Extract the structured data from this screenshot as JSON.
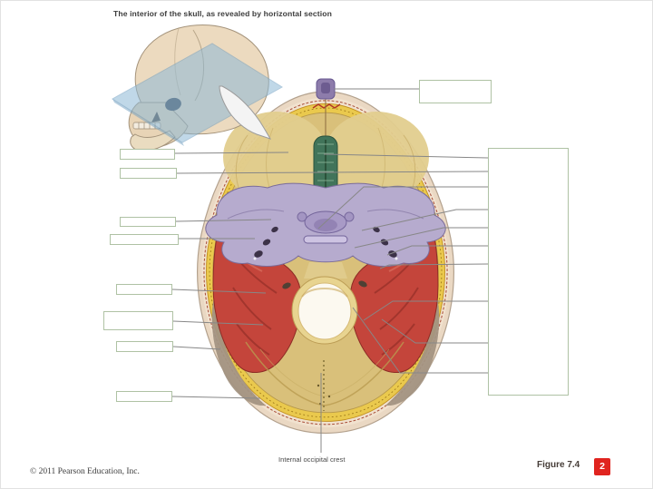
{
  "title": "The interior of the skull, as revealed by horizontal section",
  "annotations": {
    "internal_occipital_crest": "Internal occipital crest"
  },
  "footer": {
    "copyright": "© 2011 Pearson Education, Inc.",
    "figure_label": "Figure 7.4",
    "slide_badge": "2"
  },
  "answer_boxes": {
    "left_values": [
      "",
      "",
      "",
      "",
      "",
      "",
      "",
      ""
    ],
    "right_values": [
      "",
      ""
    ]
  },
  "icons": {
    "pointer_arrow": "curved-wedge-arrow",
    "section_plane": "translucent-blue-plane"
  },
  "palette": {
    "answer_box_border": "#afc2a4",
    "leader_line_gray": "#878787",
    "badge_red": "#e0241f",
    "bone_yellow_ring": "#eac94d",
    "cranial_floor_tan": "#d9c07a",
    "sphenoid_lavender": "#b6abce",
    "muscle_red": "#c4453b",
    "ethmoid_green": "#41745a",
    "section_plane_blue": "#8db9d7",
    "outer_rim_flesh": "#ead8c3"
  }
}
